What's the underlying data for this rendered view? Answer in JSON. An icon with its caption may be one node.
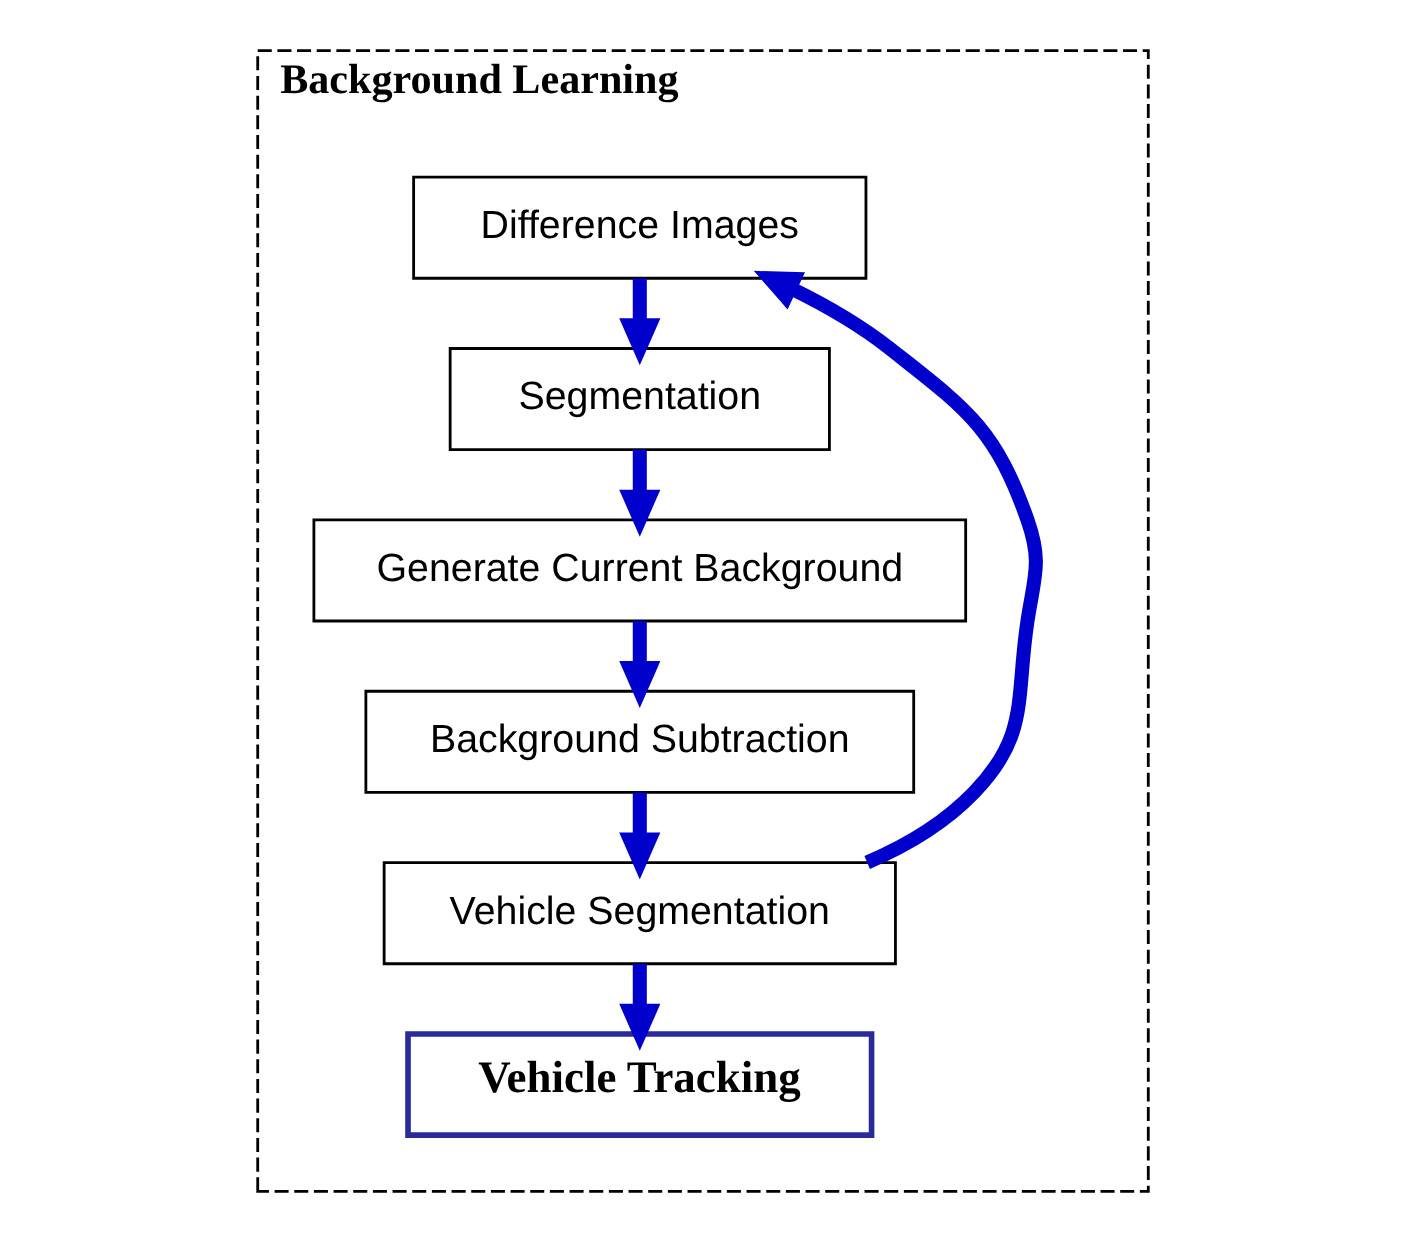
{
  "diagram": {
    "nodes": [
      {
        "text": [
          "Background Learning"
        ]
      },
      {
        "text": [
          "Difference Images"
        ],
        "in": 0
      },
      {
        "text": [
          "Segmentation"
        ],
        "in": 0
      },
      {
        "text": [
          "Generate Current Background"
        ],
        "in": 0
      },
      {
        "text": [
          "Background Subtraction"
        ],
        "in": 0
      },
      {
        "text": [
          "Vehicle Segmentation"
        ],
        "in": 0
      },
      {
        "text": [
          "Vehicle Tracking"
        ],
        "in": 0
      }
    ],
    "edges": [
      {
        "from": 1,
        "to": 2,
        "arrow": "to"
      },
      {
        "from": 2,
        "to": 3,
        "arrow": "to"
      },
      {
        "from": 3,
        "to": 4,
        "arrow": "to"
      },
      {
        "from": 4,
        "to": 5,
        "arrow": "to"
      },
      {
        "from": 5,
        "to": 6,
        "arrow": "to"
      },
      {
        "from": 5,
        "to": 1,
        "arrow": "to"
      }
    ]
  }
}
